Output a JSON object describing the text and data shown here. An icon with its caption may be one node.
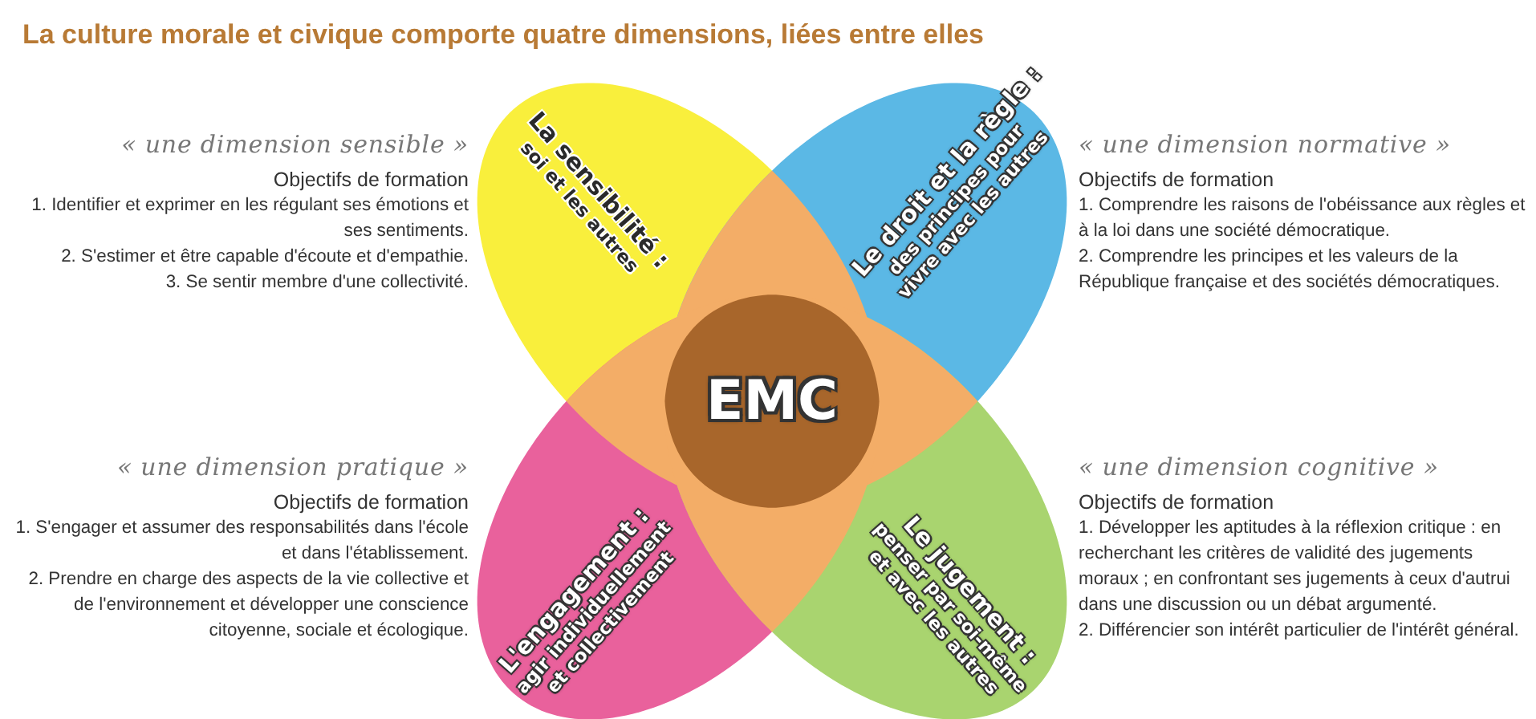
{
  "diagram": {
    "title": "La culture morale et civique comporte quatre dimensions, liées entre elles",
    "nodes": [
      {
        "text": [
          "La sensibilité :",
          "soi et les autres"
        ]
      },
      {
        "text": [
          "Le droit et la règle :",
          "des principes pour vivre avec les autres"
        ]
      },
      {
        "text": [
          "L'engagement :",
          "agir individuellement et collectivement"
        ]
      },
      {
        "text": [
          "Le jugement :",
          "penser par soi-même et avec les autres"
        ]
      },
      {
        "text": [
          "EMC"
        ]
      }
    ],
    "edges": [],
    "labels": [
      "« une dimension sensible »",
      "Objectifs de formation",
      "1. Identifier et exprimer en les régulant ses émotions et ses sentiments.",
      "2. S'estimer et être capable d'écoute et d'empathie.",
      "3. Se sentir membre d'une collectivité.",
      "« une dimension normative »",
      "Objectifs de formation",
      "1. Comprendre les raisons de l'obéissance aux règles et à la loi dans une société démocratique.",
      "2. Comprendre les principes et les valeurs de la République française et des sociétés démocratiques.",
      "« une dimension pratique »",
      "Objectifs de formation",
      "1. S'engager et assumer des responsabilités dans l'école et dans l'établissement.",
      "2. Prendre en charge des aspects de la vie collective et de l'environnement et développer une conscience citoyenne, sociale et écologique.",
      "« une dimension cognitive »",
      "Objectifs de formation",
      "1. Développer les aptitudes à la réflexion critique : en recherchant les critères de validité des jugements moraux ; en confrontant ses jugements à ceux d'autrui dans une discussion ou un débat argumenté.",
      "2. Différencier son intérêt particulier de l'intérêt général."
    ]
  }
}
